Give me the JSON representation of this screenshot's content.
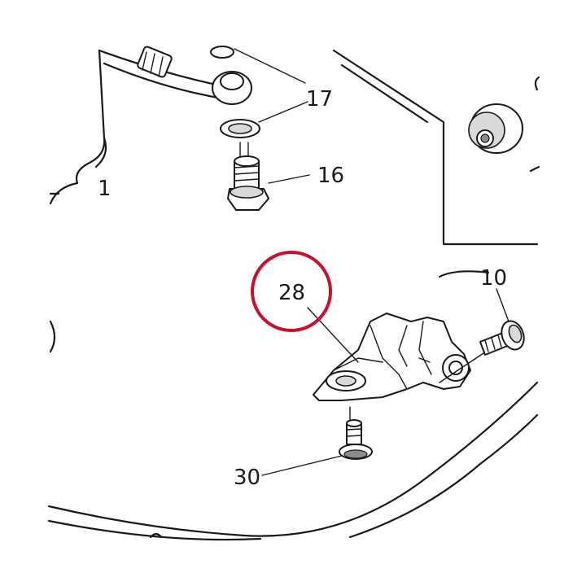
{
  "callouts": [
    {
      "id": "1",
      "label": "1"
    },
    {
      "id": "17",
      "label": "17"
    },
    {
      "id": "16",
      "label": "16"
    },
    {
      "id": "28",
      "label": "28",
      "highlighted": true
    },
    {
      "id": "10",
      "label": "10"
    },
    {
      "id": "30",
      "label": "30"
    }
  ],
  "highlight_color": "#c8102e",
  "line_color": "#1a1a1a"
}
